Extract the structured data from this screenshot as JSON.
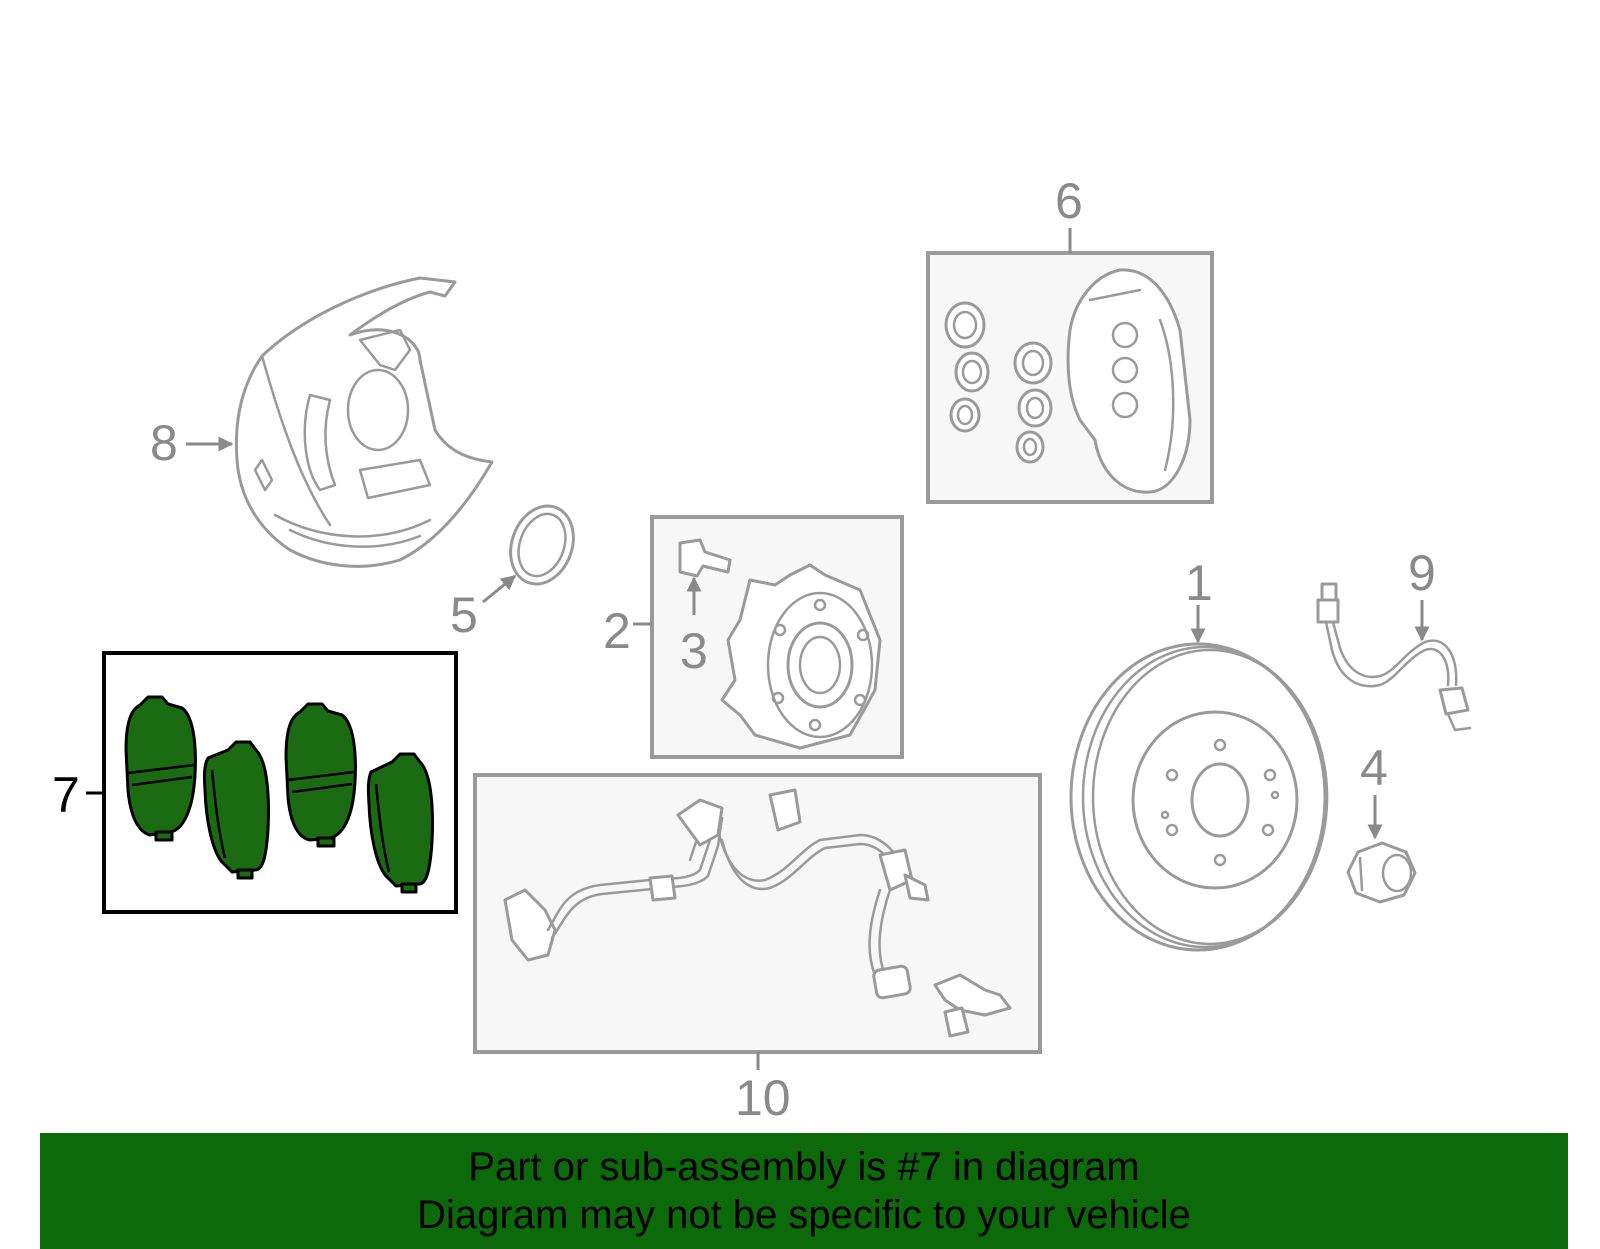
{
  "diagram": {
    "highlighted_part": "7",
    "highlight_color": "#1a6b12",
    "callouts": {
      "c1": "1",
      "c2": "2",
      "c3": "3",
      "c4": "4",
      "c5": "5",
      "c6": "6",
      "c7": "7",
      "c8": "8",
      "c9": "9",
      "c10": "10"
    }
  },
  "footer": {
    "background": "#0d6a0a",
    "line1": "Part or sub-assembly is #7 in diagram",
    "line2": "Diagram may not be specific to your vehicle"
  }
}
